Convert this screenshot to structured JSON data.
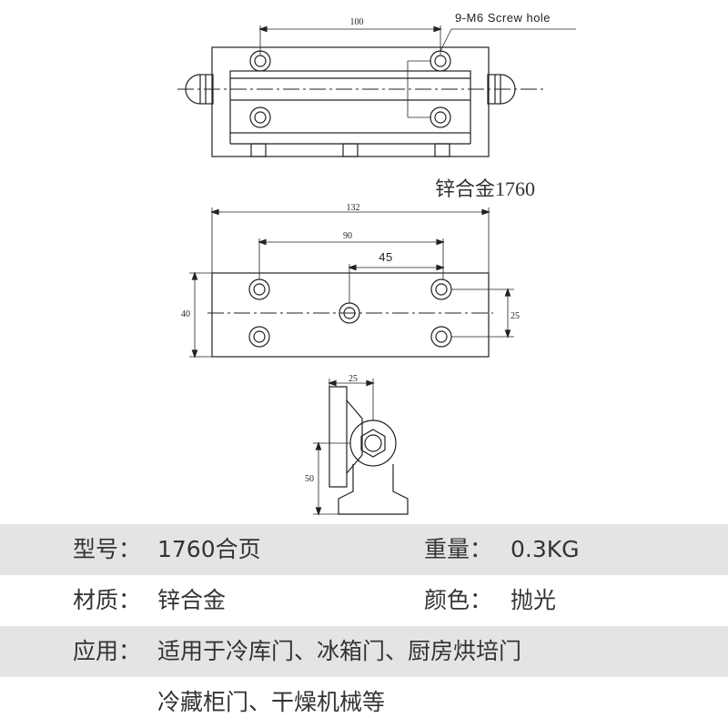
{
  "drawing": {
    "top_view": {
      "dim_width": "100",
      "screw_note": "9-M6  Screw hole"
    },
    "caption": "锌合金1760",
    "front_view": {
      "dim_total": "132",
      "dim_outer_holes": "90",
      "dim_center_hole": "45",
      "dim_height": "40",
      "dim_hole_spacing": "25"
    },
    "side_view": {
      "dim_width": "25",
      "dim_height": "50"
    }
  },
  "specs": {
    "model_label": "型号：",
    "model_value": "1760合页",
    "weight_label": "重量：",
    "weight_value": "0.3KG",
    "material_label": "材质：",
    "material_value": "锌合金",
    "color_label": "颜色：",
    "color_value": "抛光",
    "application_label": "应用：",
    "application_line1": "适用于冷库门、冰箱门、厨房烘培门",
    "application_line2": "冷藏柜门、干燥机械等"
  }
}
